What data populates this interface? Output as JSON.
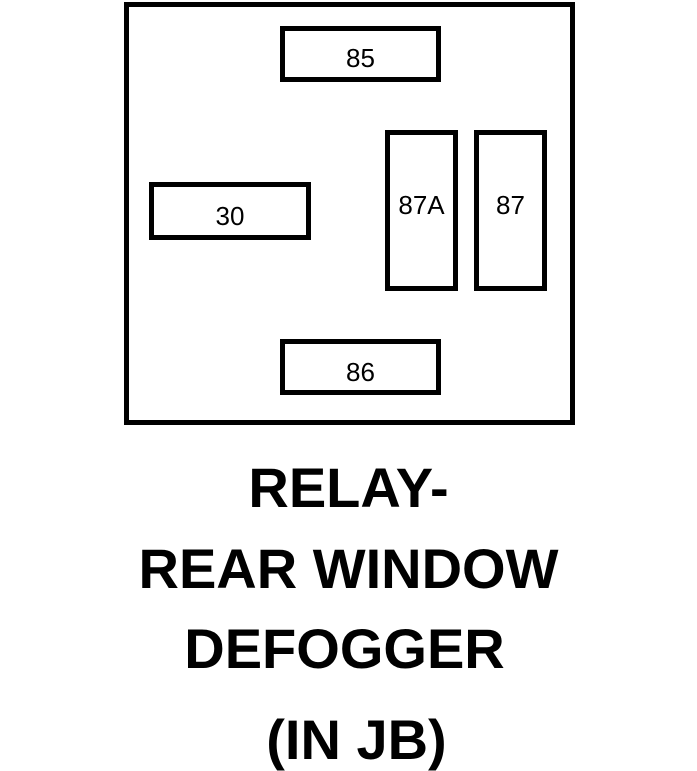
{
  "terminals": {
    "t85": "85",
    "t30": "30",
    "t87a": "87A",
    "t87": "87",
    "t86": "86"
  },
  "caption": {
    "line1": "RELAY-",
    "line2": "REAR WINDOW",
    "line3": "DEFOGGER",
    "line4": "(IN JB)"
  },
  "colors": {
    "stroke": "#000000",
    "background": "#ffffff"
  }
}
